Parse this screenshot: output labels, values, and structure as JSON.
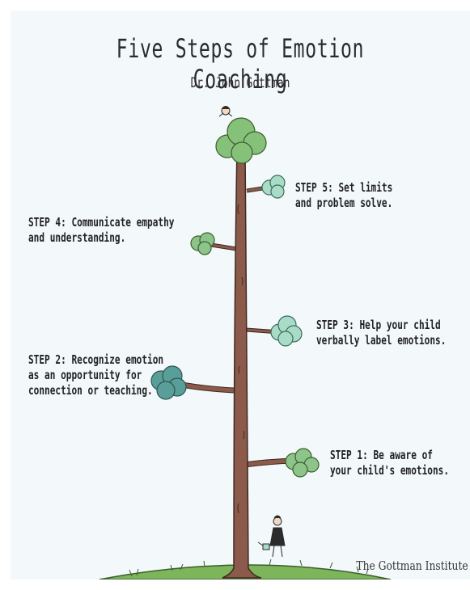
{
  "title": "Five Steps of Emotion Coaching",
  "author": "Dr. John Gottman",
  "steps": [
    {
      "line1": "STEP 1: Be aware of",
      "line2": "your child's emotions."
    },
    {
      "line1": "STEP 2: Recognize emotion",
      "line2": "as an opportunity for",
      "line3": "connection or teaching."
    },
    {
      "line1": "STEP 3: Help your child",
      "line2": "verbally label emotions."
    },
    {
      "line1": "STEP 4: Communicate empathy",
      "line2": "and understanding."
    },
    {
      "line1": "STEP 5: Set limits",
      "line2": "and problem solve."
    }
  ],
  "credit": "The Gottman Institute",
  "colors": {
    "background": "#f3f8fb",
    "trunk": "#8b5a4a",
    "trunk_outline": "#3d2a22",
    "leaf_top": "#86c17a",
    "leaf_light": "#a9dcc7",
    "leaf_teal": "#5a9e9a",
    "leaf_green": "#8cc48a",
    "grass": "#7db55a"
  }
}
